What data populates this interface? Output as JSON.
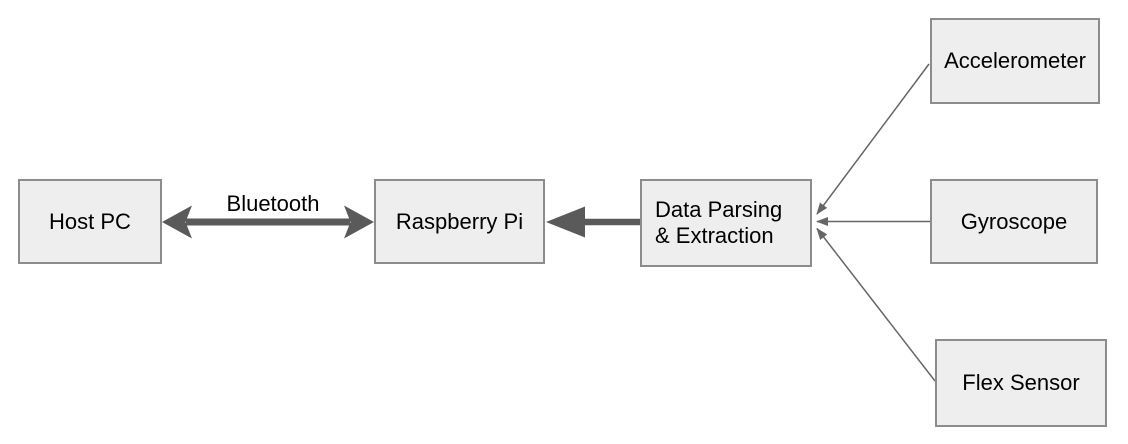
{
  "diagram": {
    "colors": {
      "background": "#ffffff",
      "node_fill": "#eeeeee",
      "node_border": "#8c8c8c",
      "thick_arrow": "#5a5a5a",
      "thin_arrow": "#666666",
      "text": "#000000"
    },
    "nodes": [
      {
        "id": "host-pc",
        "label": "Host PC"
      },
      {
        "id": "raspberry-pi",
        "label": "Raspberry Pi"
      },
      {
        "id": "data-parsing",
        "label": "Data Parsing\n& Extraction"
      },
      {
        "id": "accelerometer",
        "label": "Accelerometer"
      },
      {
        "id": "gyroscope",
        "label": "Gyroscope"
      },
      {
        "id": "flex-sensor",
        "label": "Flex Sensor"
      }
    ],
    "edges": [
      {
        "from": "host-pc",
        "to": "raspberry-pi",
        "label": "Bluetooth",
        "style": "thick-double-arrow"
      },
      {
        "from": "data-parsing",
        "to": "raspberry-pi",
        "label": "",
        "style": "thick-arrow"
      },
      {
        "from": "accelerometer",
        "to": "data-parsing",
        "label": "",
        "style": "thin-arrow"
      },
      {
        "from": "gyroscope",
        "to": "data-parsing",
        "label": "",
        "style": "thin-arrow"
      },
      {
        "from": "flex-sensor",
        "to": "data-parsing",
        "label": "",
        "style": "thin-arrow"
      }
    ]
  }
}
